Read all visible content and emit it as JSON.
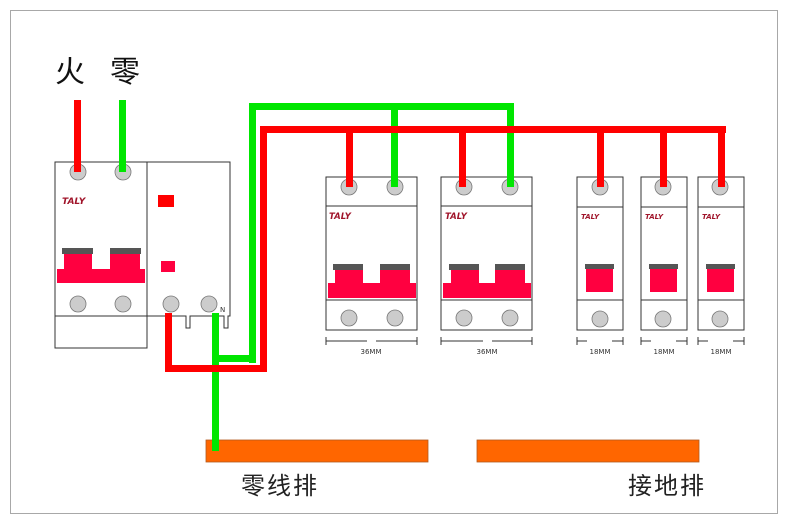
{
  "labels": {
    "live": "火",
    "neutral": "零",
    "neutral_bus": "零线排",
    "ground_bus": "接地排",
    "rcd_terminal": "N"
  },
  "brand": "TALY",
  "breakers": [
    {
      "id": "main",
      "poles": 2,
      "brand": "TALY"
    },
    {
      "id": "branch-1",
      "poles": 2,
      "brand": "TALY",
      "width_label": "36MM"
    },
    {
      "id": "branch-2",
      "poles": 2,
      "brand": "TALY",
      "width_label": "36MM"
    },
    {
      "id": "branch-3",
      "poles": 1,
      "brand": "TALY",
      "width_label": "18MM"
    },
    {
      "id": "branch-4",
      "poles": 1,
      "brand": "TALY",
      "width_label": "18MM"
    },
    {
      "id": "branch-5",
      "poles": 1,
      "brand": "TALY",
      "width_label": "18MM"
    }
  ],
  "colors": {
    "live_wire": "#ff0000",
    "neutral_wire": "#00e600",
    "bus_bar": "#ff6600",
    "handle": "#ff0040",
    "handle_top": "#555555",
    "terminal": "#cccccc",
    "frame": "#a8a8a8"
  }
}
